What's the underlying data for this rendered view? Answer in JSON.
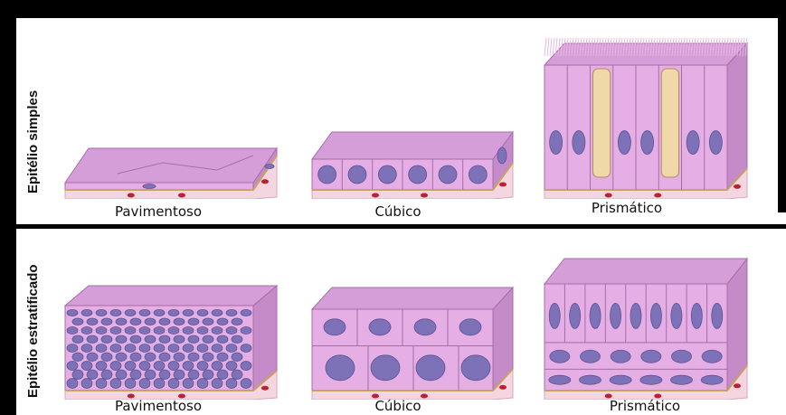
{
  "rows": [
    {
      "label": "Epitélio simples",
      "items": [
        {
          "caption": "Pavimentoso"
        },
        {
          "caption": "Cúbico"
        },
        {
          "caption": "Prismático"
        }
      ]
    },
    {
      "label": "Epitélio estratificado",
      "items": [
        {
          "caption": "Pavimentoso"
        },
        {
          "caption": "Cúbico"
        },
        {
          "caption": "Prismático"
        }
      ]
    }
  ],
  "colors": {
    "cell": "#e5aee4",
    "cell_top": "#d59ed8",
    "cell_side": "#c58ac8",
    "nucleus": "#7d72b8",
    "membrane": "#c9a25d",
    "connective": "#f3d6df",
    "vessel": "#c0202e",
    "goblet": "#f0d9a8"
  }
}
